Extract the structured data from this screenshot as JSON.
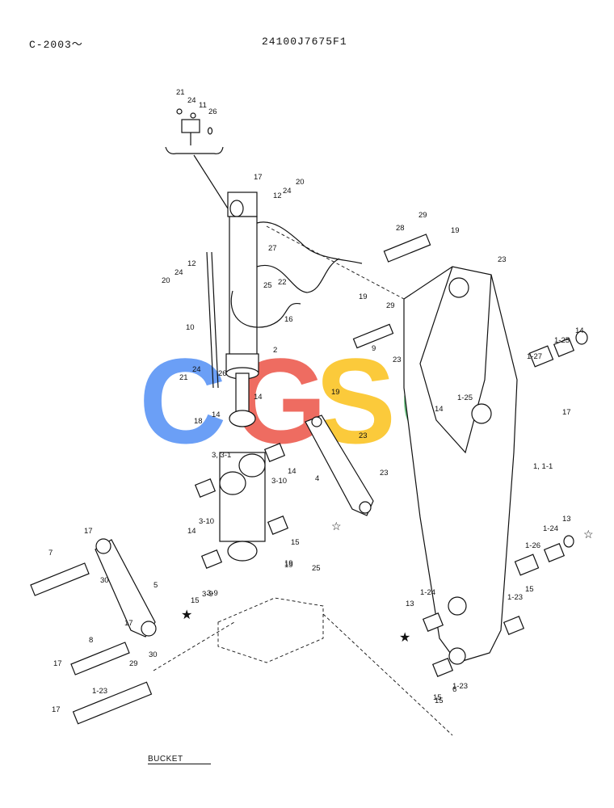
{
  "header": {
    "serial": "C-2003～",
    "doc_number": "24100J7675F1"
  },
  "bucket_label": "BUCKET",
  "watermark": {
    "letters": [
      "C",
      "G",
      "S",
      "C"
    ],
    "colors": [
      "#4285F4",
      "#EA4335",
      "#FBBC05",
      "#34A853"
    ]
  },
  "callouts": [
    "21",
    "24",
    "11",
    "26",
    "17",
    "20",
    "24",
    "12",
    "28",
    "29",
    "19",
    "27",
    "23",
    "12",
    "24",
    "20",
    "25",
    "22",
    "10",
    "16",
    "19",
    "29",
    "1-25",
    "14",
    "2",
    "9",
    "23",
    "1-27",
    "24",
    "21",
    "26",
    "19",
    "14",
    "1-25",
    "14",
    "17",
    "18",
    "14",
    "23",
    "3, 3-1",
    "14",
    "23",
    "3-10",
    "4",
    "1, 1-1",
    "14",
    "3-10",
    "13",
    "1-24",
    "19",
    "15",
    "1-26",
    "3-9",
    "17",
    "7",
    "19",
    "25",
    "15",
    "30",
    "5",
    "15",
    "3-9",
    "1-24",
    "1-23",
    "13",
    "17",
    "30",
    "8",
    "17",
    "29",
    "15",
    "1-23",
    "6",
    "17",
    "1-23",
    "15"
  ]
}
